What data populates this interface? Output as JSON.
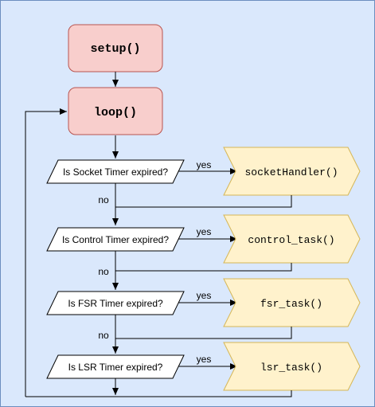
{
  "colors": {
    "background": "#dae8fc",
    "border": "#6c8ebf",
    "start_fill": "#f8cecc",
    "start_stroke": "#b85450",
    "task_fill": "#fff2cc",
    "task_stroke": "#d6b656",
    "line": "#000000"
  },
  "nodes": {
    "setup": "setup()",
    "loop": "loop()"
  },
  "checks": [
    {
      "question": "Is Socket Timer expired?",
      "yes": "yes",
      "no": "no",
      "task": "socketHandler()"
    },
    {
      "question": "Is Control Timer expired?",
      "yes": "yes",
      "no": "no",
      "task": "control_task()"
    },
    {
      "question": "Is FSR Timer expired?",
      "yes": "yes",
      "no": "no",
      "task": "fsr_task()"
    },
    {
      "question": "Is LSR Timer expired?",
      "yes": "yes",
      "task": "lsr_task()"
    }
  ]
}
